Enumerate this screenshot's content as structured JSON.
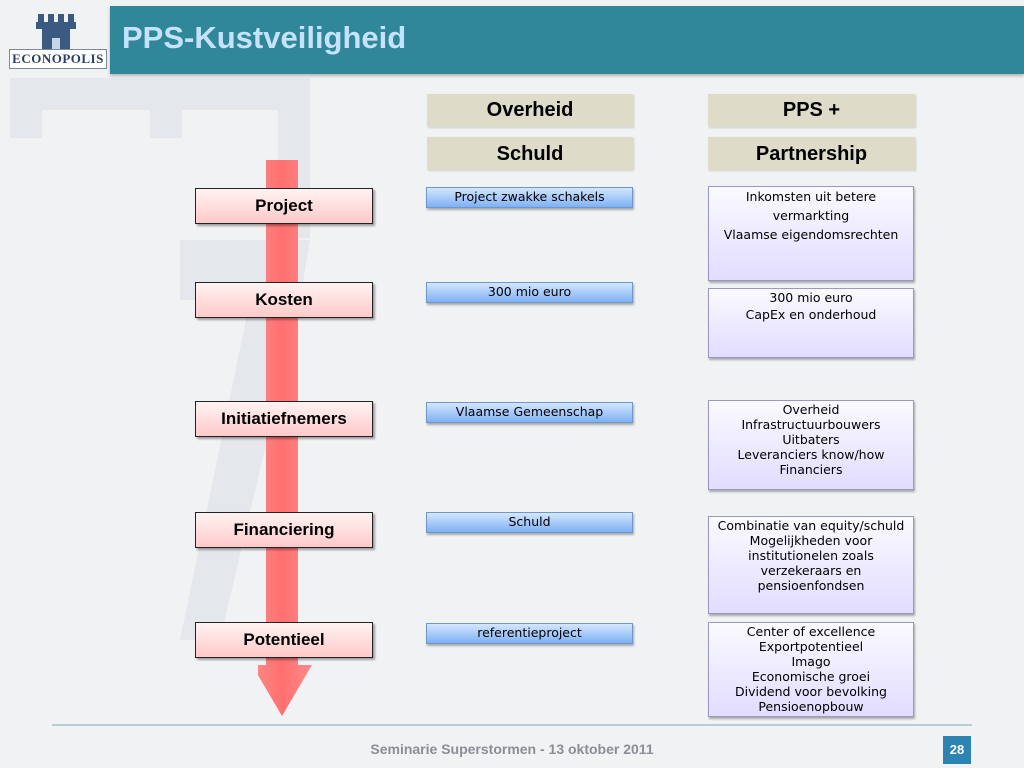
{
  "slide": {
    "title": "PPS-Kustveiligheid",
    "logo_text": "ECONOPOLIS"
  },
  "headers": {
    "col1_top": "Overheid",
    "col1_bottom": "Schuld",
    "col2_top": "PPS +",
    "col2_bottom": "Partnership"
  },
  "rows": [
    {
      "label": "Project",
      "overheid": "Project  zwakke schakels",
      "pps_lines": [
        "Inkomsten uit betere",
        "vermarkting",
        "Vlaamse eigendomsrechten"
      ]
    },
    {
      "label": "Kosten",
      "overheid": "300 mio euro",
      "pps_lines": [
        "300 mio euro",
        "CapEx en onderhoud"
      ]
    },
    {
      "label": "Initiatiefnemers",
      "overheid": "Vlaamse Gemeenschap",
      "pps_lines": [
        "Overheid",
        "Infrastructuurbouwers",
        "Uitbaters",
        "Leveranciers know/how",
        "Financiers"
      ]
    },
    {
      "label": "Financiering",
      "overheid": "Schuld",
      "pps_lines": [
        "Combinatie van equity/schuld",
        "Mogelijkheden voor",
        "institutionelen zoals",
        "verzekeraars en",
        "pensioenfondsen"
      ]
    },
    {
      "label": "Potentieel",
      "overheid": "referentieproject",
      "pps_lines": [
        "Center of excellence",
        "Exportpotentieel",
        "Imago",
        "Economische groei",
        "Dividend voor bevolking",
        "Pensioenopbouw"
      ]
    }
  ],
  "footer": {
    "text": "Seminarie Superstormen - 13 oktober 2011",
    "page_number": "28"
  },
  "colors": {
    "title_bar": "#2f8799",
    "title_text": "#c5e3ff",
    "header_fill": "#dedbc8",
    "arrow": "#ff7b7b",
    "page_badge": "#2b84b1"
  }
}
